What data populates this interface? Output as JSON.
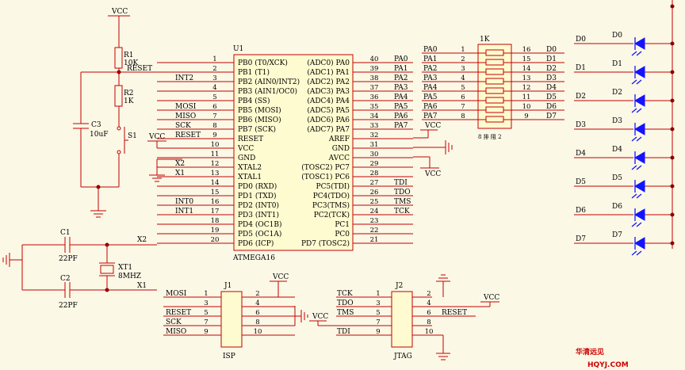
{
  "nets": {
    "vcc": "VCC",
    "reset": "RESET",
    "x1": "X1",
    "x2": "X2"
  },
  "parts": {
    "r1": {
      "ref": "R1",
      "value": "10K"
    },
    "r2": {
      "ref": "R2",
      "value": "1K"
    },
    "c3": {
      "ref": "C3",
      "value": "10uF"
    },
    "s1": {
      "ref": "S1"
    },
    "c1": {
      "ref": "C1",
      "value": "22PF"
    },
    "c2": {
      "ref": "C2",
      "value": "22PF"
    },
    "xt1": {
      "ref": "XT1",
      "value": "8MHZ"
    },
    "rn": {
      "ref": "1K",
      "label": "8 排 阻 2"
    }
  },
  "mcu": {
    "ref": "U1",
    "part": "ATMEGA16",
    "left": [
      {
        "num": "1",
        "name": "PB0 (T0/XCK)",
        "net": ""
      },
      {
        "num": "2",
        "name": "PB1 (T1)",
        "net": ""
      },
      {
        "num": "3",
        "name": "PB2 (AIN0/INT2)",
        "net": "INT2"
      },
      {
        "num": "4",
        "name": "PB3 (AIN1/OC0)",
        "net": ""
      },
      {
        "num": "5",
        "name": "PB4 (SS)",
        "net": ""
      },
      {
        "num": "6",
        "name": "PB5 (MOSI)",
        "net": "MOSI"
      },
      {
        "num": "7",
        "name": "PB6 (MISO)",
        "net": "MISO"
      },
      {
        "num": "8",
        "name": "PB7 (SCK)",
        "net": "SCK"
      },
      {
        "num": "9",
        "name": "RESET",
        "net": "RESET"
      },
      {
        "num": "10",
        "name": "VCC",
        "net": ""
      },
      {
        "num": "11",
        "name": "GND",
        "net": ""
      },
      {
        "num": "12",
        "name": "XTAL2",
        "net": "X2"
      },
      {
        "num": "13",
        "name": "XTAL1",
        "net": "X1"
      },
      {
        "num": "14",
        "name": "PD0 (RXD)",
        "net": ""
      },
      {
        "num": "15",
        "name": "PD1 (TXD)",
        "net": ""
      },
      {
        "num": "16",
        "name": "PD2 (INT0)",
        "net": "INT0"
      },
      {
        "num": "17",
        "name": "PD3 (INT1)",
        "net": "INT1"
      },
      {
        "num": "18",
        "name": "PD4 (OC1B)",
        "net": ""
      },
      {
        "num": "19",
        "name": "PD5 (OC1A)",
        "net": ""
      },
      {
        "num": "20",
        "name": "PD6 (ICP)",
        "net": ""
      }
    ],
    "right": [
      {
        "num": "40",
        "name": "(ADC0) PA0",
        "net": "PA0"
      },
      {
        "num": "39",
        "name": "(ADC1) PA1",
        "net": "PA1"
      },
      {
        "num": "38",
        "name": "(ADC2) PA2",
        "net": "PA2"
      },
      {
        "num": "37",
        "name": "(ADC3) PA3",
        "net": "PA3"
      },
      {
        "num": "36",
        "name": "(ADC4) PA4",
        "net": "PA4"
      },
      {
        "num": "35",
        "name": "(ADC5) PA5",
        "net": "PA5"
      },
      {
        "num": "34",
        "name": "(ADC6) PA6",
        "net": "PA6"
      },
      {
        "num": "33",
        "name": "(ADC7) PA7",
        "net": "PA7"
      },
      {
        "num": "32",
        "name": "AREF",
        "net": ""
      },
      {
        "num": "31",
        "name": "GND",
        "net": ""
      },
      {
        "num": "30",
        "name": "AVCC",
        "net": ""
      },
      {
        "num": "29",
        "name": "(TOSC2) PC7",
        "net": ""
      },
      {
        "num": "28",
        "name": "(TOSC1) PC6",
        "net": ""
      },
      {
        "num": "27",
        "name": "PC5(TDI)",
        "net": "TDI"
      },
      {
        "num": "26",
        "name": "PC4(TDO)",
        "net": "TDO"
      },
      {
        "num": "25",
        "name": "PC3(TMS)",
        "net": "TMS"
      },
      {
        "num": "24",
        "name": "PC2(TCK)",
        "net": "TCK"
      },
      {
        "num": "23",
        "name": "PC1",
        "net": ""
      },
      {
        "num": "22",
        "name": "PC0",
        "net": ""
      },
      {
        "num": "21",
        "name": "PD7 (TOSC2)",
        "net": ""
      }
    ]
  },
  "network": {
    "left_nets": [
      "PA0",
      "PA1",
      "PA2",
      "PA3",
      "PA4",
      "PA5",
      "PA6",
      "PA7"
    ],
    "left_pins": [
      "1",
      "2",
      "3",
      "4",
      "5",
      "6",
      "7",
      "8"
    ],
    "right_pins": [
      "16",
      "15",
      "14",
      "13",
      "12",
      "11",
      "10",
      "9"
    ],
    "right_nets": [
      "D0",
      "D1",
      "D2",
      "D3",
      "D4",
      "D5",
      "D6",
      "D7"
    ]
  },
  "leds": [
    {
      "ref": "D0",
      "net": "D0"
    },
    {
      "ref": "D1",
      "net": "D1"
    },
    {
      "ref": "D2",
      "net": "D2"
    },
    {
      "ref": "D3",
      "net": "D3"
    },
    {
      "ref": "D4",
      "net": "D4"
    },
    {
      "ref": "D5",
      "net": "D5"
    },
    {
      "ref": "D6",
      "net": "D6"
    },
    {
      "ref": "D7",
      "net": "D7"
    }
  ],
  "isp": {
    "ref": "J1",
    "name": "ISP",
    "left_nets": [
      "MOSI",
      "",
      "RESET",
      "SCK",
      "MISO"
    ],
    "left_pins": [
      "1",
      "3",
      "5",
      "7",
      "9"
    ],
    "right_pins": [
      "2",
      "4",
      "6",
      "8",
      "10"
    ]
  },
  "jtag": {
    "ref": "J2",
    "name": "JTAG",
    "left_nets": [
      "TCK",
      "TDO",
      "TMS",
      "",
      "TDI"
    ],
    "left_pins": [
      "1",
      "3",
      "5",
      "7",
      "9"
    ],
    "right_pins": [
      "2",
      "4",
      "6",
      "8",
      "10"
    ],
    "right_nets": [
      "",
      "",
      "RESET",
      "",
      ""
    ]
  },
  "watermark": {
    "cn": "华清远见",
    "url": "HQYJ.COM"
  }
}
